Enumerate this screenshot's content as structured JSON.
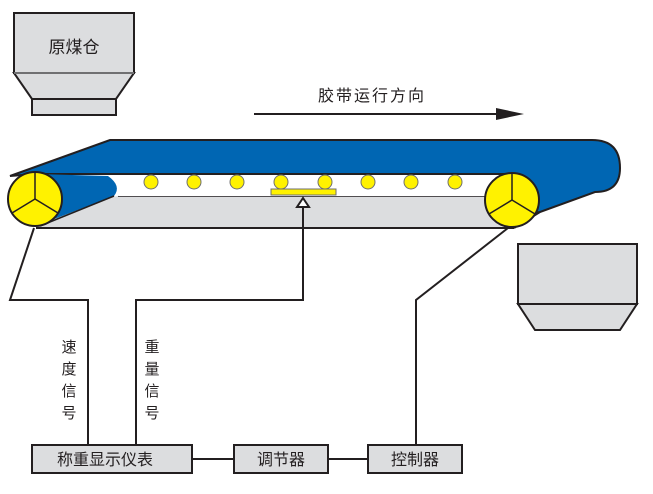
{
  "title": "Belt conveyor weighing control system",
  "colors": {
    "belt": "#0066b3",
    "roller": "#fff200",
    "box_fill": "#dcdddf",
    "stroke": "#231f20",
    "background": "#ffffff"
  },
  "labels": {
    "raw_coal_bin": "原煤仓",
    "direction": "胶带运行方向",
    "speed_signal": [
      "速",
      "度",
      "信",
      "号"
    ],
    "weight_signal": [
      "重",
      "量",
      "信",
      "号"
    ],
    "display_instrument": "称重显示仪表",
    "regulator": "调节器",
    "controller": "控制器"
  },
  "components": {
    "idler_rollers": 8,
    "pulleys": [
      "drive-pulley-left",
      "drive-pulley-right"
    ],
    "load_cell_marker": "triangle-sensor",
    "output_bin": "receiving-hopper"
  }
}
